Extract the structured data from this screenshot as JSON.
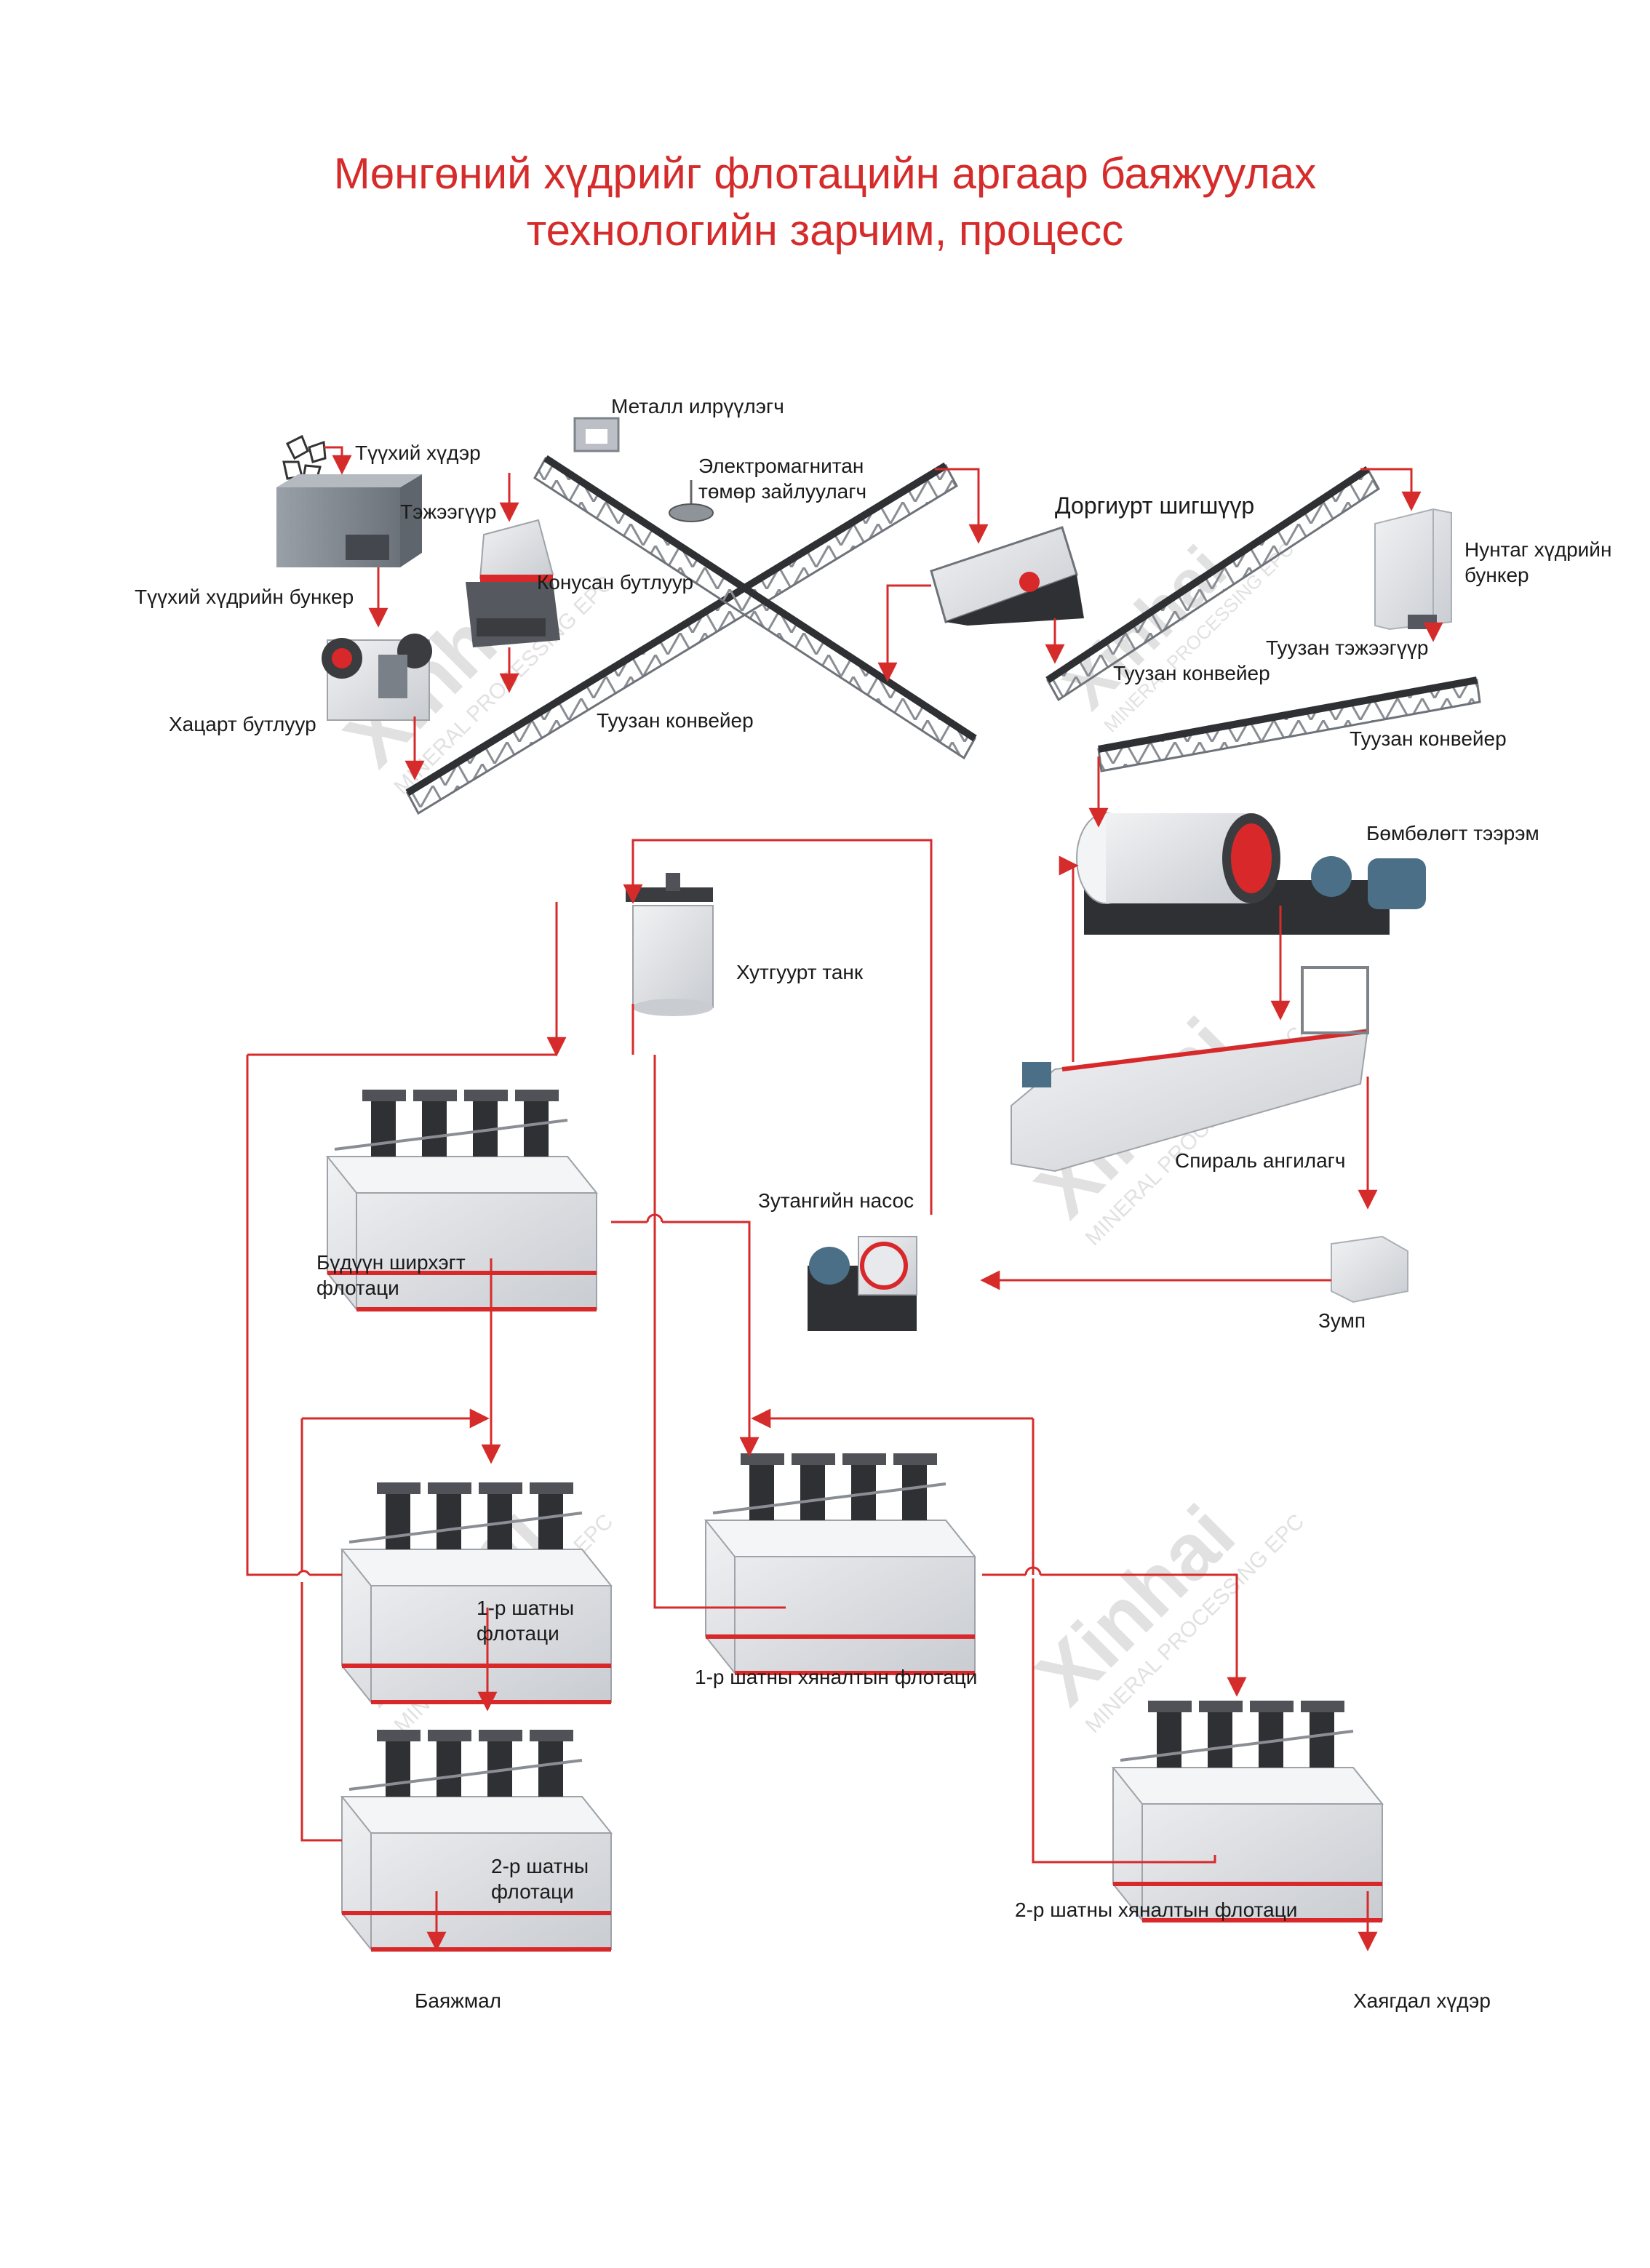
{
  "title": {
    "line1": "Мөнгөний хүдрийг флотацийн аргаар баяжуулах",
    "line2": "технологийн зарчим, процесс"
  },
  "labels": {
    "metal_detector": "Металл илрүүлэгч",
    "raw_ore": "Түүхий хүдэр",
    "electromagnet_1": "Электромагнитан",
    "electromagnet_2": "төмөр зайлуулагч",
    "vibrating_screen": "Доргиурт шигшүүр",
    "fine_ore_bin_1": "Нунтаг хүдрийн",
    "fine_ore_bin_2": "бункер",
    "feeder": "Тэжээгүүр",
    "cone_crusher": "Конусан бутлуур",
    "raw_ore_bin": "Түүхий хүдрийн бункер",
    "belt_feeder": "Туузан тэжээгүүр",
    "belt_conveyor_a": "Туузан конвейер",
    "jaw_crusher": "Хацарт бутлуур",
    "belt_conveyor_b": "Туузан конвейер",
    "belt_conveyor_c": "Туузан конвейер",
    "ball_mill": "Бөмбөлөгт тээрэм",
    "agitation_tank": "Хутгуурт танк",
    "spiral_classifier": "Спираль ангилагч",
    "slurry_pump": "Зутангийн насос",
    "rougher_flotation_1": "Бүдүүн ширхэгт",
    "rougher_flotation_2": "флотаци",
    "sump": "Зумп",
    "cleaner1_1": "1-р шатны",
    "cleaner1_2": "флотаци",
    "scavenger1": "1-р шатны хяналтын флотаци",
    "cleaner2_1": "2-р шатны",
    "cleaner2_2": "флотаци",
    "scavenger2": "2-р шатны хяналтын флотаци",
    "concentrate": "Баяжмал",
    "tailings": "Хаягдал хүдэр"
  },
  "watermark": {
    "brand": "Xinhai",
    "sub": "MINERAL PROCESSING EPC"
  },
  "colors": {
    "title": "#d62b2b",
    "flow_line": "#d62b2b",
    "machine_body": "#e3e5e8",
    "machine_dark": "#2f3033",
    "accent_red": "#d8282a"
  }
}
